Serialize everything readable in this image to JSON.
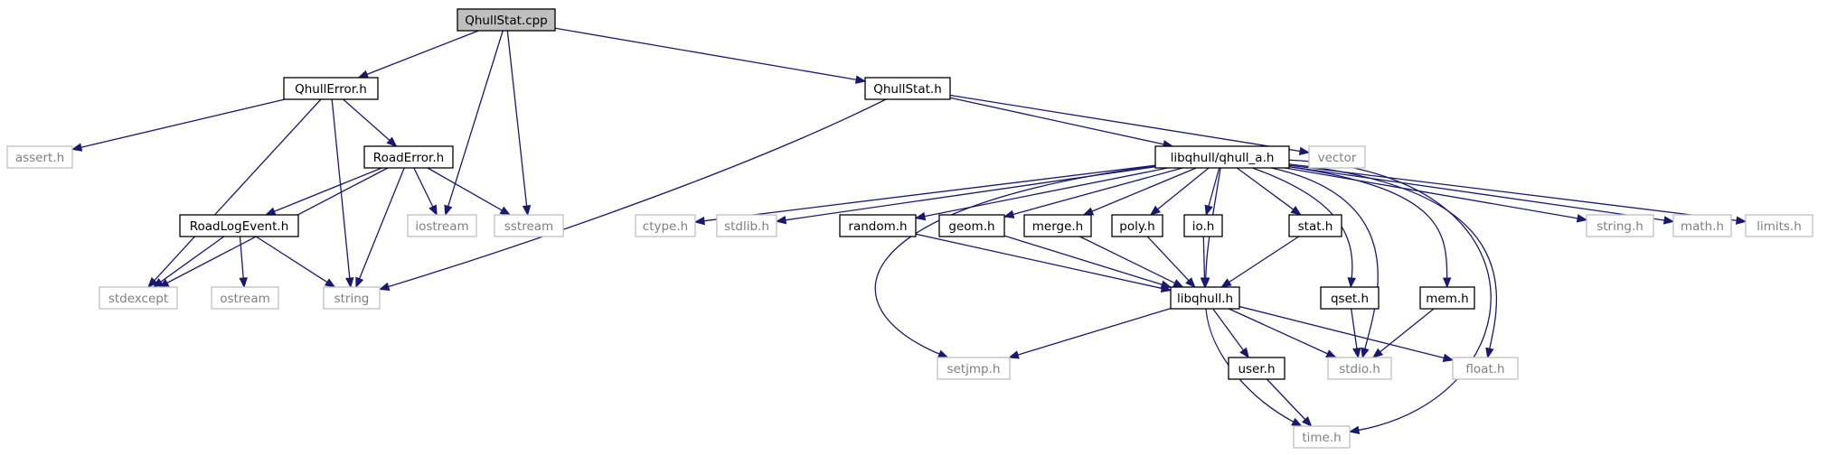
{
  "colors": {
    "edge": "#191970",
    "current_fill": "#bfbfbf",
    "missing_border": "#bfbfbf",
    "missing_text": "#7f7f7f"
  },
  "nodes": [
    {
      "id": "qhullstat_cpp",
      "label": "QhullStat.cpp",
      "kind": "current"
    },
    {
      "id": "qhullerror_h",
      "label": "QhullError.h",
      "kind": "strong"
    },
    {
      "id": "qhullstat_h",
      "label": "QhullStat.h",
      "kind": "strong"
    },
    {
      "id": "assert_h",
      "label": "assert.h",
      "kind": "weak"
    },
    {
      "id": "roaderror_h",
      "label": "RoadError.h",
      "kind": "strong"
    },
    {
      "id": "iostream",
      "label": "iostream",
      "kind": "weak"
    },
    {
      "id": "sstream",
      "label": "sstream",
      "kind": "weak"
    },
    {
      "id": "roadlogevent_h",
      "label": "RoadLogEvent.h",
      "kind": "strong"
    },
    {
      "id": "stdexcept",
      "label": "stdexcept",
      "kind": "weak"
    },
    {
      "id": "ostream",
      "label": "ostream",
      "kind": "weak"
    },
    {
      "id": "string",
      "label": "string",
      "kind": "weak"
    },
    {
      "id": "qhull_a_h",
      "label": "libqhull/qhull_a.h",
      "kind": "strong"
    },
    {
      "id": "vector",
      "label": "vector",
      "kind": "weak"
    },
    {
      "id": "ctype_h",
      "label": "ctype.h",
      "kind": "weak"
    },
    {
      "id": "stdlib_h",
      "label": "stdlib.h",
      "kind": "weak"
    },
    {
      "id": "random_h",
      "label": "random.h",
      "kind": "strong"
    },
    {
      "id": "geom_h",
      "label": "geom.h",
      "kind": "strong"
    },
    {
      "id": "merge_h",
      "label": "merge.h",
      "kind": "strong"
    },
    {
      "id": "poly_h",
      "label": "poly.h",
      "kind": "strong"
    },
    {
      "id": "io_h",
      "label": "io.h",
      "kind": "strong"
    },
    {
      "id": "stat_h",
      "label": "stat.h",
      "kind": "strong"
    },
    {
      "id": "string_h",
      "label": "string.h",
      "kind": "weak"
    },
    {
      "id": "math_h",
      "label": "math.h",
      "kind": "weak"
    },
    {
      "id": "limits_h",
      "label": "limits.h",
      "kind": "weak"
    },
    {
      "id": "libqhull_h",
      "label": "libqhull.h",
      "kind": "strong"
    },
    {
      "id": "qset_h",
      "label": "qset.h",
      "kind": "strong"
    },
    {
      "id": "mem_h",
      "label": "mem.h",
      "kind": "strong"
    },
    {
      "id": "setjmp_h",
      "label": "setjmp.h",
      "kind": "weak"
    },
    {
      "id": "stdio_h",
      "label": "stdio.h",
      "kind": "weak"
    },
    {
      "id": "float_h",
      "label": "float.h",
      "kind": "weak"
    },
    {
      "id": "user_h",
      "label": "user.h",
      "kind": "strong"
    },
    {
      "id": "time_h",
      "label": "time.h",
      "kind": "weak"
    }
  ],
  "edges": [
    {
      "from": "qhullstat_cpp",
      "to": "qhullerror_h"
    },
    {
      "from": "qhullstat_cpp",
      "to": "iostream"
    },
    {
      "from": "qhullstat_cpp",
      "to": "sstream"
    },
    {
      "from": "qhullstat_cpp",
      "to": "qhullstat_h"
    },
    {
      "from": "qhullerror_h",
      "to": "assert_h"
    },
    {
      "from": "qhullerror_h",
      "to": "roaderror_h"
    },
    {
      "from": "qhullerror_h",
      "to": "stdexcept"
    },
    {
      "from": "qhullerror_h",
      "to": "string"
    },
    {
      "from": "roaderror_h",
      "to": "roadlogevent_h"
    },
    {
      "from": "roaderror_h",
      "to": "stdexcept"
    },
    {
      "from": "roaderror_h",
      "to": "iostream"
    },
    {
      "from": "roaderror_h",
      "to": "sstream"
    },
    {
      "from": "roaderror_h",
      "to": "string"
    },
    {
      "from": "roadlogevent_h",
      "to": "stdexcept"
    },
    {
      "from": "roadlogevent_h",
      "to": "ostream"
    },
    {
      "from": "roadlogevent_h",
      "to": "string"
    },
    {
      "from": "qhullstat_h",
      "to": "string"
    },
    {
      "from": "qhullstat_h",
      "to": "qhull_a_h"
    },
    {
      "from": "qhullstat_h",
      "to": "vector"
    },
    {
      "from": "qhull_a_h",
      "to": "ctype_h"
    },
    {
      "from": "qhull_a_h",
      "to": "stdlib_h"
    },
    {
      "from": "qhull_a_h",
      "to": "random_h"
    },
    {
      "from": "qhull_a_h",
      "to": "geom_h"
    },
    {
      "from": "qhull_a_h",
      "to": "merge_h"
    },
    {
      "from": "qhull_a_h",
      "to": "poly_h"
    },
    {
      "from": "qhull_a_h",
      "to": "io_h"
    },
    {
      "from": "qhull_a_h",
      "to": "libqhull_h"
    },
    {
      "from": "qhull_a_h",
      "to": "stat_h"
    },
    {
      "from": "qhull_a_h",
      "to": "qset_h"
    },
    {
      "from": "qhull_a_h",
      "to": "stdio_h"
    },
    {
      "from": "qhull_a_h",
      "to": "mem_h"
    },
    {
      "from": "qhull_a_h",
      "to": "float_h"
    },
    {
      "from": "qhull_a_h",
      "to": "time_h"
    },
    {
      "from": "qhull_a_h",
      "to": "string_h"
    },
    {
      "from": "qhull_a_h",
      "to": "math_h"
    },
    {
      "from": "qhull_a_h",
      "to": "limits_h"
    },
    {
      "from": "qhull_a_h",
      "to": "setjmp_h"
    },
    {
      "from": "random_h",
      "to": "libqhull_h"
    },
    {
      "from": "geom_h",
      "to": "libqhull_h"
    },
    {
      "from": "merge_h",
      "to": "libqhull_h"
    },
    {
      "from": "poly_h",
      "to": "libqhull_h"
    },
    {
      "from": "io_h",
      "to": "libqhull_h"
    },
    {
      "from": "stat_h",
      "to": "libqhull_h"
    },
    {
      "from": "libqhull_h",
      "to": "setjmp_h"
    },
    {
      "from": "libqhull_h",
      "to": "user_h"
    },
    {
      "from": "libqhull_h",
      "to": "stdio_h"
    },
    {
      "from": "libqhull_h",
      "to": "float_h"
    },
    {
      "from": "libqhull_h",
      "to": "time_h"
    },
    {
      "from": "user_h",
      "to": "time_h"
    },
    {
      "from": "qset_h",
      "to": "stdio_h"
    },
    {
      "from": "mem_h",
      "to": "stdio_h"
    }
  ]
}
